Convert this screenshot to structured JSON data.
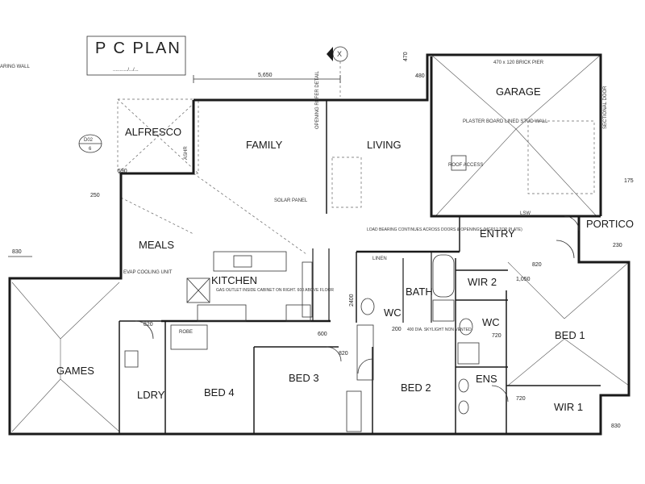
{
  "plan": {
    "title": "P C PLAN",
    "title_sub": ".........../.../...",
    "top_left_note": "ARING WALL",
    "marker_x": "X",
    "section_tag_top": "D02",
    "section_tag_bottom": "6"
  },
  "rooms": {
    "alfresco": "ALFRESCO",
    "family": "FAMILY",
    "living": "LIVING",
    "garage": "GARAGE",
    "meals": "MEALS",
    "kitchen": "KITCHEN",
    "entry": "ENTRY",
    "portico": "PORTICO",
    "games": "GAMES",
    "ldry": "LDRY",
    "bed4": "BED 4",
    "bed3": "BED 3",
    "bed2": "BED 2",
    "bed1": "BED 1",
    "wir1": "WIR 1",
    "wir2": "WIR 2",
    "wc1": "WC",
    "wc2": "WC",
    "bath": "BATH",
    "ens": "ENS"
  },
  "notes": {
    "garage_brick": "470 x 120 BRICK PIER",
    "plasterboard": "PLASTER BOARD LINED STUD WALL",
    "roof_access": "ROOF ACCESS",
    "solar_panel": "SOLAR PANEL",
    "opening_detail": "OPENING REFER DETAIL",
    "load_bearing": "LOAD BEARING CONTINUES ACROSS DOORS & OPENINGS (MGP12 TOP PLATE)",
    "evap": "EVAP COOLING UNIT",
    "gas_outlet": "GAS OUTLET INSIDE CABINET ON RIGHT. 600 ABOVE FLOOR",
    "skylight": "400 DIA. SKYLIGHT NON VENTED",
    "linen": "LINEN",
    "robe": "ROBE",
    "sectional_door": "SECTIONAL DOOR",
    "lsw": "LSW",
    "ashr": "ASHR"
  },
  "dims": {
    "d_5650": "5,650",
    "d_830a": "830",
    "d_830b": "830",
    "d_590": "590",
    "d_250": "250",
    "d_230": "230",
    "d_1050": "1,050",
    "d_820a": "820",
    "d_820b": "820",
    "d_820c": "820",
    "d_720a": "720",
    "d_720b": "720",
    "d_200": "200",
    "d_470": "470",
    "d_480": "480",
    "d_175": "175",
    "d_2400": "2400",
    "d_600": "600"
  }
}
